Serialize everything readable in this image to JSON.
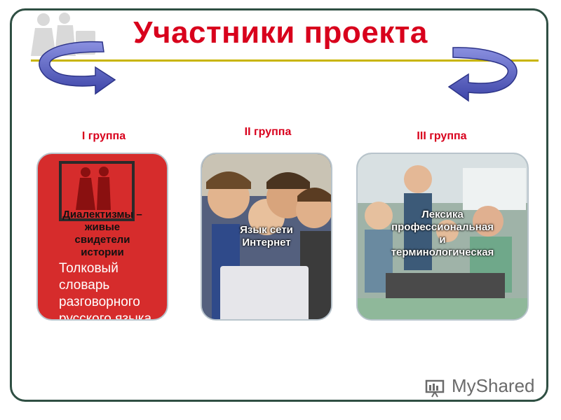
{
  "slide": {
    "title": "Участники проекта"
  },
  "groups": [
    {
      "label": "I группа",
      "caption_lines": [
        "Диалектизмы –",
        "живые",
        "свидетели",
        "истории"
      ],
      "book_lines": [
        "Толковый словарь",
        "разговорного",
        "русского языка"
      ]
    },
    {
      "label": "II группа",
      "caption_lines": [
        "Язык сети",
        "Интернет"
      ]
    },
    {
      "label": "III группа",
      "caption_lines": [
        "Лексика",
        "профессиональная",
        "и",
        "терминологическая"
      ]
    }
  ],
  "watermark": {
    "text": "MyShared",
    "icon": "myshared-logo-icon"
  },
  "colors": {
    "title": "#d8001c",
    "border": "#2f4f43",
    "line": "#c8b400",
    "arrow": "#5b63c9"
  }
}
